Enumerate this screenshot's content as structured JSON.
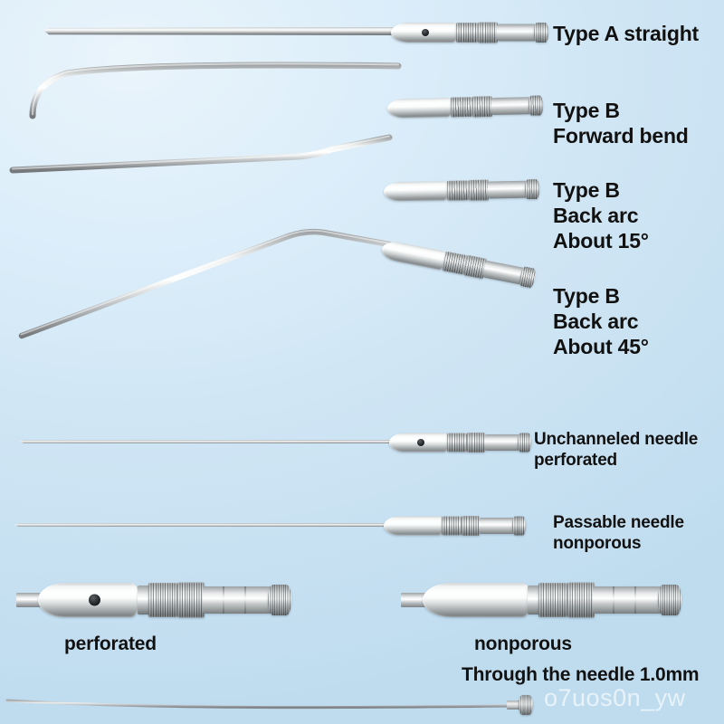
{
  "image": {
    "subject": "Surgical suction / irrigation needle cannula variants",
    "background_color": "#d4e8f6",
    "metal_color": "#e9ecec"
  },
  "watermark": {
    "text": "o7uos0n_yw"
  },
  "rows": [
    {
      "id": "type-a-straight",
      "label_lines": [
        "Type A straight"
      ],
      "shape": "straight",
      "hub": "paddle-perforated",
      "perforated": true
    },
    {
      "id": "type-b-forward-bend",
      "label_lines": [
        "Type B",
        "Forward bend"
      ],
      "shape": "forward-bend",
      "hub": "paddle-plain",
      "perforated": false
    },
    {
      "id": "type-b-back-arc-15",
      "label_lines": [
        "Type B",
        "Back arc",
        "About 15°"
      ],
      "shape": "back-arc-15",
      "angle": "15°",
      "hub": "paddle-plain",
      "perforated": false
    },
    {
      "id": "type-b-back-arc-45",
      "label_lines": [
        "Type B",
        "Back arc",
        "About 45°"
      ],
      "shape": "back-arc-45",
      "angle": "45°",
      "hub": "paddle-plain",
      "perforated": false
    },
    {
      "id": "unchanneled-needle-perforated",
      "label_lines": [
        "Unchanneled needle",
        "perforated"
      ],
      "shape": "straight-thin",
      "hub": "paddle-perforated",
      "perforated": true
    },
    {
      "id": "passable-needle-nonporous",
      "label_lines": [
        "Passable needle",
        "nonporous"
      ],
      "shape": "straight-thin",
      "hub": "paddle-plain",
      "perforated": false
    }
  ],
  "detail_views": [
    {
      "id": "detail-perforated",
      "label": "perforated",
      "perforated": true
    },
    {
      "id": "detail-nonporous",
      "label": "nonporous",
      "perforated": false
    }
  ],
  "bottom_note": {
    "label": "Through the needle 1.0mm"
  }
}
